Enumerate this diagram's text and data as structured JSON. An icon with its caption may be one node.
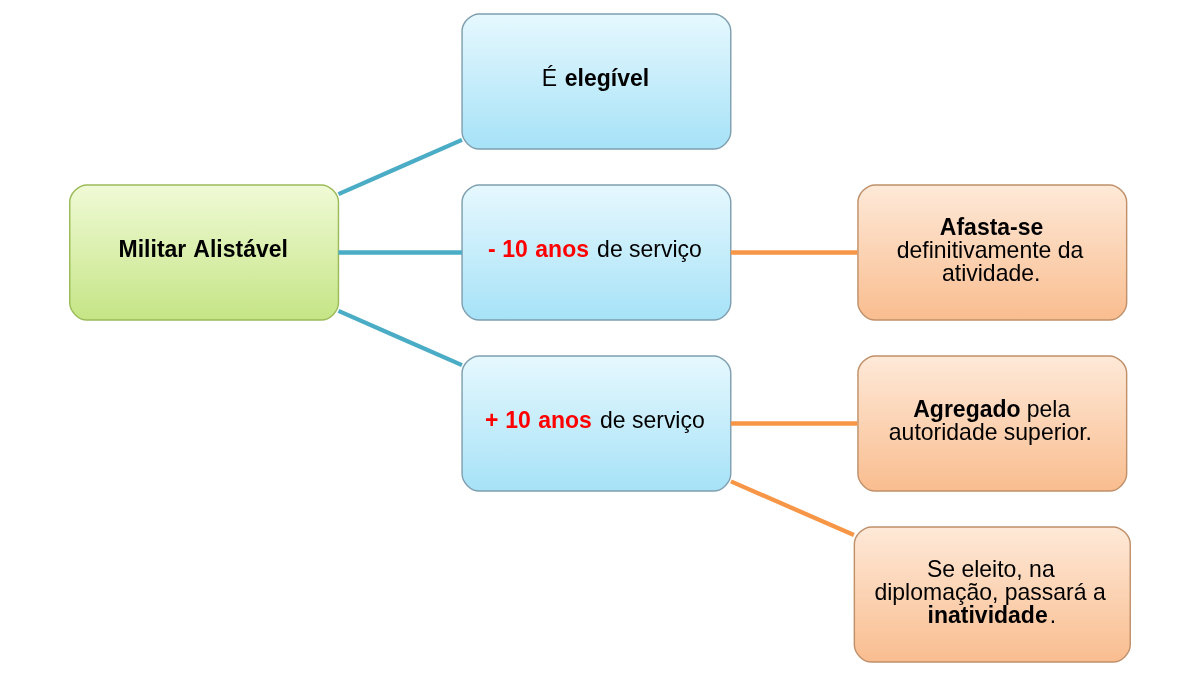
{
  "diagram": {
    "nodes": [
      {
        "text": [
          "Militar Alistável"
        ]
      },
      {
        "text": [
          "É **elegível**"
        ]
      },
      {
        "text": [
          "**- 10 anos** de serviço"
        ]
      },
      {
        "text": [
          "**+ 10 anos** de serviço"
        ]
      },
      {
        "text": [
          "**Afasta-se** definitivamente da atividade."
        ]
      },
      {
        "text": [
          "**Agregado** pela autoridade superior."
        ]
      },
      {
        "text": [
          "Se eleito, na diplomação, passará a **inatividade**."
        ]
      }
    ],
    "edges": [
      {
        "from": 0,
        "to": 1,
        "arrow": "none",
        "color": "#4bacc6"
      },
      {
        "from": 0,
        "to": 2,
        "arrow": "none",
        "color": "#4bacc6"
      },
      {
        "from": 0,
        "to": 3,
        "arrow": "none",
        "color": "#4bacc6"
      },
      {
        "from": 2,
        "to": 4,
        "arrow": "none",
        "color": "#f79646"
      },
      {
        "from": 3,
        "to": 5,
        "arrow": "none",
        "color": "#f79646"
      },
      {
        "from": 3,
        "to": 6,
        "arrow": "none",
        "color": "#f79646"
      }
    ]
  }
}
